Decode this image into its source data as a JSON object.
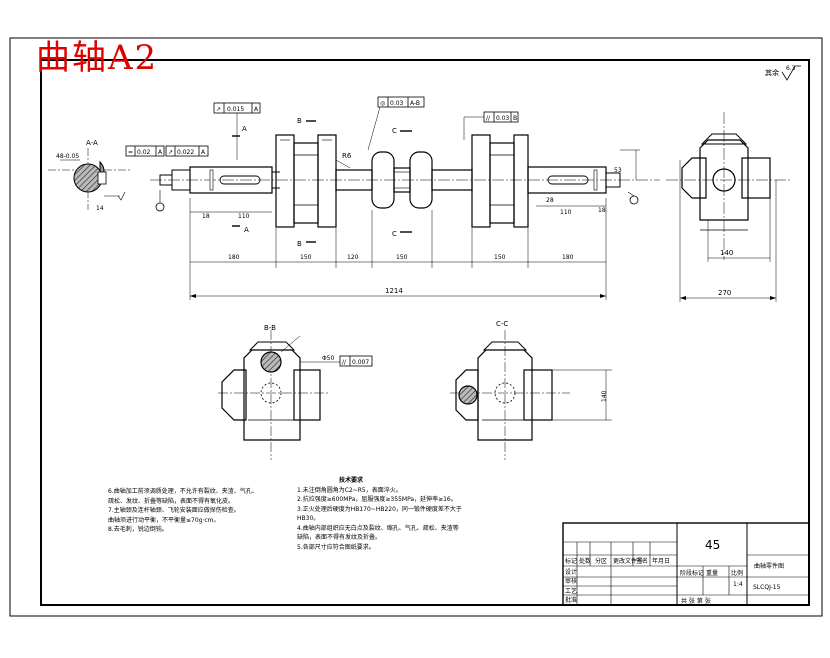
{
  "stamp_title": "曲轴A2",
  "roughness_note": "其余",
  "roughness_value": "6.3",
  "section_labels": {
    "aa": "A-A",
    "bb": "B-B",
    "cc": "C-C",
    "a": "A",
    "b": "B",
    "c": "C"
  },
  "tolerance_frames": {
    "runout_a": {
      "symbol": "↗",
      "value": "0.015",
      "datum": "A"
    },
    "runout_ab": {
      "symbol": "◎",
      "value": "0.03",
      "datum": "A-B"
    },
    "parallel_b": {
      "symbol": "//",
      "value": "0.03",
      "datum": "B"
    },
    "sym_a": {
      "symbol": "=",
      "value": "0.02",
      "datum": "A"
    },
    "sym_a2": {
      "symbol": "↗",
      "value": "0.022",
      "datum": "A"
    },
    "parallel_bb": {
      "symbol": "//",
      "value": "0.007",
      "datum": ""
    }
  },
  "dimensions": {
    "overall_length": "1214",
    "width_side": "270",
    "width_140": "140",
    "height_140": "140",
    "r_fillet": "R6",
    "dia_50": "Φ50"
  },
  "notes_left": {
    "lines": [
      "6.曲轴加工前须调质处理，不允许有裂纹、夹渣、气孔、",
      "疏松、发纹、折叠等缺陷，表面不得有氧化皮。",
      "7.主轴颈及连杆轴颈、飞轮安装面应做探伤检查。",
      "曲轴须进行动平衡，不平衡量≤70g·cm。",
      "8.去毛刺，锐边倒钝。"
    ]
  },
  "notes_center": {
    "title": "技术要求",
    "lines": [
      "1.未注倒角圆角为C2~R5，表面淬火。",
      "2.抗拉强度≥600MPa，屈服强度≥355MPa，延伸率≥16。",
      "3.正火处理后硬度为HB170~HB220，同一锻件硬度差不大于",
      "HB30。",
      "4.曲轴内部组织应无白点及裂纹、缩孔、气孔、疏松、夹渣等",
      "缺陷，表面不得有发纹及折叠。",
      "5.各部尺寸应符合图纸要求。"
    ]
  },
  "title_block": {
    "material": "45",
    "part_name": "曲轴零件图",
    "drawing_no": "SLCQJ-15",
    "scale_label": "比例",
    "scale_value": "1:4",
    "weight_label": "重量",
    "sheet_label": "共 张 第 张",
    "rows": [
      "设计",
      "审核",
      "工艺",
      "批准"
    ],
    "header_cells": [
      "标记",
      "处数",
      "分区",
      "更改文件号",
      "签名",
      "年月日"
    ],
    "stage_label": "阶段标记"
  }
}
